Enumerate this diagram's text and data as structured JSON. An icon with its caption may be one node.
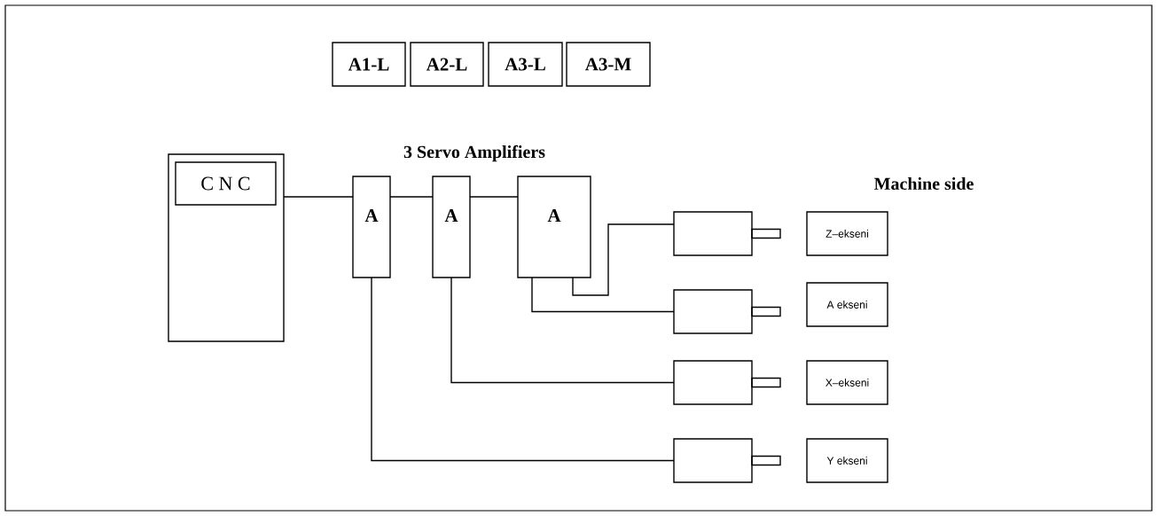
{
  "diagram": {
    "nodes": [
      {
        "text": [
          "A1-L"
        ]
      },
      {
        "text": [
          "A2-L"
        ]
      },
      {
        "text": [
          "A3-L"
        ]
      },
      {
        "text": [
          "A3-M"
        ]
      },
      {
        "text": [],
        "shape": "box"
      },
      {
        "text": [
          "C N C"
        ],
        "in": 4
      },
      {
        "text": [
          "A"
        ]
      },
      {
        "text": [
          "A"
        ]
      },
      {
        "text": [
          "A"
        ]
      },
      {
        "text": [],
        "shape": "box"
      },
      {
        "text": [],
        "shape": "box"
      },
      {
        "text": [],
        "shape": "box"
      },
      {
        "text": [],
        "shape": "box"
      },
      {
        "text": [
          "Z–ekseni"
        ]
      },
      {
        "text": [
          "A ekseni"
        ]
      },
      {
        "text": [
          "X–ekseni"
        ]
      },
      {
        "text": [
          "Y ekseni"
        ]
      }
    ],
    "edges": [
      {
        "from": 4,
        "to": 6,
        "arrow": "none"
      },
      {
        "from": 6,
        "to": 7,
        "arrow": "none"
      },
      {
        "from": 7,
        "to": 8,
        "arrow": "none"
      },
      {
        "from": 8,
        "to": 9,
        "arrow": "none"
      },
      {
        "from": 8,
        "to": 10,
        "arrow": "none"
      },
      {
        "from": 7,
        "to": 11,
        "arrow": "none"
      },
      {
        "from": 6,
        "to": 12,
        "arrow": "none"
      }
    ],
    "labels": [
      "3 Servo Amplifiers",
      "Machine side"
    ]
  }
}
